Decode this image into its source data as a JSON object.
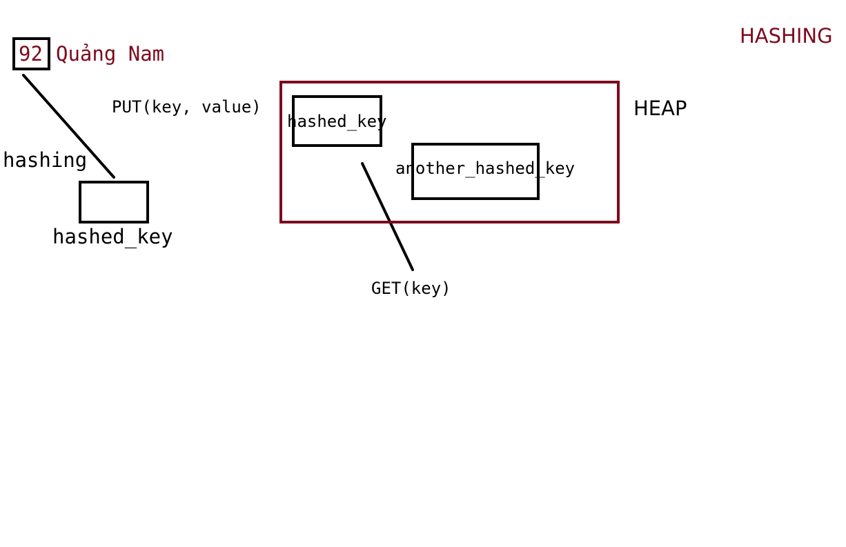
{
  "title": "HASHING",
  "key_number": "92",
  "key_name": "Quảng Nam",
  "hashing_label": "hashing",
  "hashed_key_label": "hashed_key",
  "put_label": "PUT(key, value)",
  "heap_label": "HEAP",
  "heap_hashed_key_label": "hashed_key",
  "another_hashed_key_label": "another_hashed_key",
  "get_label": "GET(key)",
  "colors": {
    "accent": "#7d0a1e",
    "ink": "#000000",
    "background": "#ffffff"
  }
}
